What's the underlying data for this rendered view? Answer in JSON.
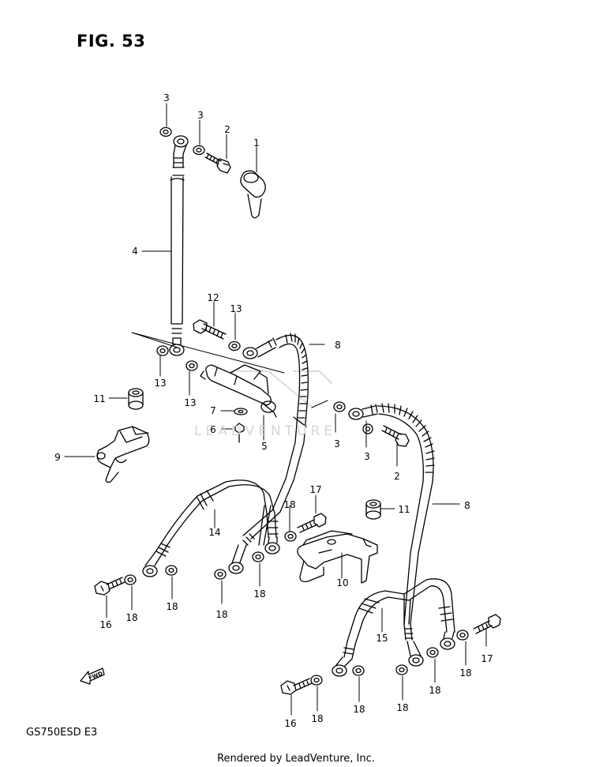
{
  "figure": {
    "title": "FIG. 53",
    "model_code": "GS750ESD  E3",
    "credit": "Rendered by LeadVenture, Inc.",
    "watermark": "LEADVENTURE",
    "fwd_label": "FWD"
  },
  "callouts": [
    {
      "id": "c01",
      "part": "3"
    },
    {
      "id": "c02",
      "part": "3"
    },
    {
      "id": "c03",
      "part": "2"
    },
    {
      "id": "c04",
      "part": "1"
    },
    {
      "id": "c05",
      "part": "4"
    },
    {
      "id": "c06",
      "part": "12"
    },
    {
      "id": "c07",
      "part": "13"
    },
    {
      "id": "c08",
      "part": "8"
    },
    {
      "id": "c09",
      "part": "13"
    },
    {
      "id": "c10",
      "part": "13"
    },
    {
      "id": "c11",
      "part": "11"
    },
    {
      "id": "c12",
      "part": "7"
    },
    {
      "id": "c13",
      "part": "6"
    },
    {
      "id": "c14",
      "part": "5"
    },
    {
      "id": "c15",
      "part": "3"
    },
    {
      "id": "c16",
      "part": "3"
    },
    {
      "id": "c17",
      "part": "2"
    },
    {
      "id": "c18",
      "part": "9"
    },
    {
      "id": "c19",
      "part": "17"
    },
    {
      "id": "c20",
      "part": "18"
    },
    {
      "id": "c21",
      "part": "11"
    },
    {
      "id": "c22",
      "part": "8"
    },
    {
      "id": "c23",
      "part": "14"
    },
    {
      "id": "c24",
      "part": "10"
    },
    {
      "id": "c25",
      "part": "16"
    },
    {
      "id": "c26",
      "part": "18"
    },
    {
      "id": "c27",
      "part": "18"
    },
    {
      "id": "c28",
      "part": "18"
    },
    {
      "id": "c29",
      "part": "18"
    },
    {
      "id": "c30",
      "part": "15"
    },
    {
      "id": "c31",
      "part": "17"
    },
    {
      "id": "c32",
      "part": "18"
    },
    {
      "id": "c33",
      "part": "18"
    },
    {
      "id": "c34",
      "part": "16"
    },
    {
      "id": "c35",
      "part": "18"
    },
    {
      "id": "c36",
      "part": "18"
    },
    {
      "id": "c37",
      "part": "18"
    }
  ]
}
